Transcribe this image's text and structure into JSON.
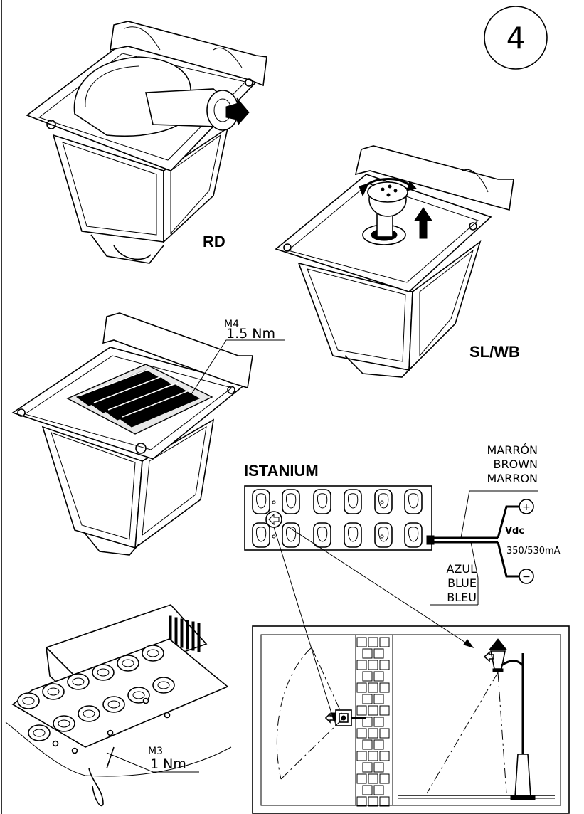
{
  "step_number": "4",
  "views": {
    "rd_label": "RD",
    "slwb_label": "SL/WB"
  },
  "heatsink_torque": {
    "screw": "M4",
    "torque": "1.5 Nm"
  },
  "module": {
    "name": "ISTANIUM"
  },
  "wiring": {
    "positive": {
      "lines": [
        "MARRÓN",
        "BROWN",
        "MARRON"
      ],
      "symbol": "+"
    },
    "negative": {
      "lines": [
        "AZUL",
        "BLUE",
        "BLEU"
      ],
      "symbol": "−"
    },
    "supply": "Vdc",
    "current": "350/530mA"
  },
  "module_torque": {
    "screw": "M3",
    "torque": "1 Nm"
  },
  "colors": {
    "ink": "#000000",
    "paper": "#ffffff"
  }
}
